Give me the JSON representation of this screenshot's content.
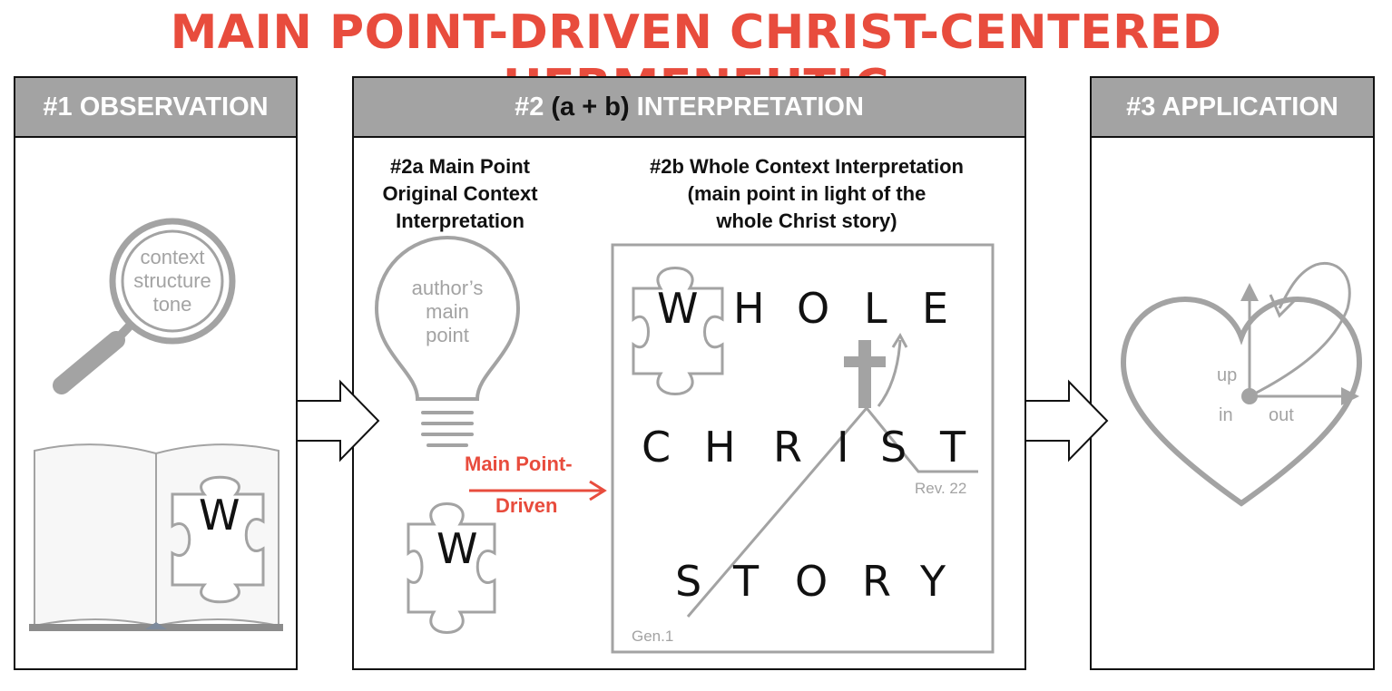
{
  "title": "MAIN POINT-DRIVEN CHRIST-CENTERED HERMENEUTIC",
  "observation": {
    "header": "#1 OBSERVATION",
    "magnifier_words": [
      "context",
      "structure",
      "tone"
    ],
    "puzzle_letter": "W"
  },
  "interpretation": {
    "header_prefix": "#2",
    "header_middle": "(a + b)",
    "header_suffix": "INTERPRETATION",
    "sub_a": [
      "#2a Main Point",
      "Original Context",
      "Interpretation"
    ],
    "sub_b": [
      "#2b Whole Context Interpretation",
      "(main point in light of the",
      "whole Christ story)"
    ],
    "bulb_words": [
      "author’s",
      "main",
      "point"
    ],
    "puzzle_letter": "W",
    "arrow_label": [
      "Main Point-",
      "Driven"
    ],
    "whole": [
      "W",
      "H",
      "O",
      "L",
      "E"
    ],
    "christ": [
      "C",
      "H",
      "R",
      "I",
      "S",
      "T"
    ],
    "story": [
      "S",
      "T",
      "O",
      "R",
      "Y"
    ],
    "rev_label": "Rev. 22",
    "gen_label": "Gen.1"
  },
  "application": {
    "header": "#3 APPLICATION",
    "up": "up",
    "in": "in",
    "out": "out"
  },
  "colors": {
    "accent": "#e84c3d",
    "gray": "#a3a3a3",
    "ink": "#111111"
  }
}
